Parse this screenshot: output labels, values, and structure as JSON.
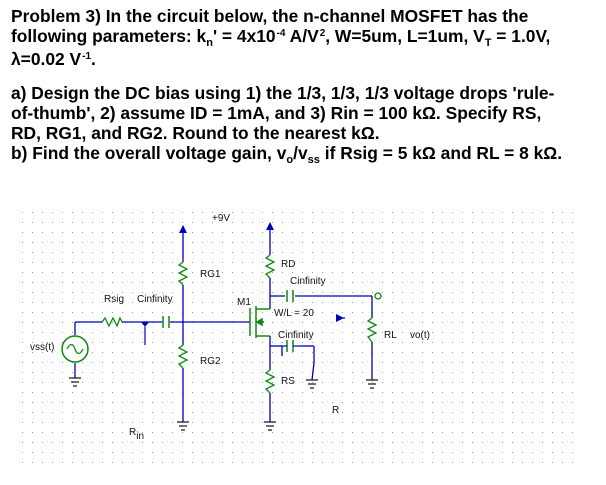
{
  "problem": {
    "line1": {
      "a": "Problem 3) In the circuit below, the n-channel MOSFET has the"
    },
    "line2": {
      "a": "following parameters:  k",
      "b": "n",
      "c": "' = 4x10",
      "d": "-4",
      "e": " A/V",
      "f": "2",
      "g": ", W=5um, L=1um, V",
      "h": "T",
      "i": " = 1.0V,"
    },
    "line3": {
      "a": "λ=0.02 V",
      "b": "-1",
      "c": "."
    },
    "part_a1": "a) Design the DC bias using 1) the 1/3, 1/3, 1/3 voltage drops 'rule-",
    "part_a2": "of-thumb', 2) assume ID = 1mA, and 3) Rin = 100 kΩ.  Specify RS,",
    "part_a3": "RD, RG1, and RG2.  Round to the nearest kΩ.",
    "part_b": {
      "a": "b) Find the overall voltage gain, v",
      "b": "o",
      "c": "/v",
      "d": "ss",
      "e": " if Rsig = 5 kΩ and RL = 8 kΩ."
    }
  },
  "schematic": {
    "supply_label": "+9V",
    "rg1": "RG1",
    "rg2": "RG2",
    "rsig": "Rsig",
    "cin": "Cinfinity",
    "rd": "RD",
    "cout": "Cinfinity",
    "m1": "M1",
    "wl": "W/L = 20",
    "cs": "Cinfinity",
    "rs": "RS",
    "rl": "RL",
    "vo": "vo(t)",
    "vss": "vss(t)",
    "r_out": "R",
    "rin": {
      "main": "R",
      "sub": "in"
    }
  }
}
